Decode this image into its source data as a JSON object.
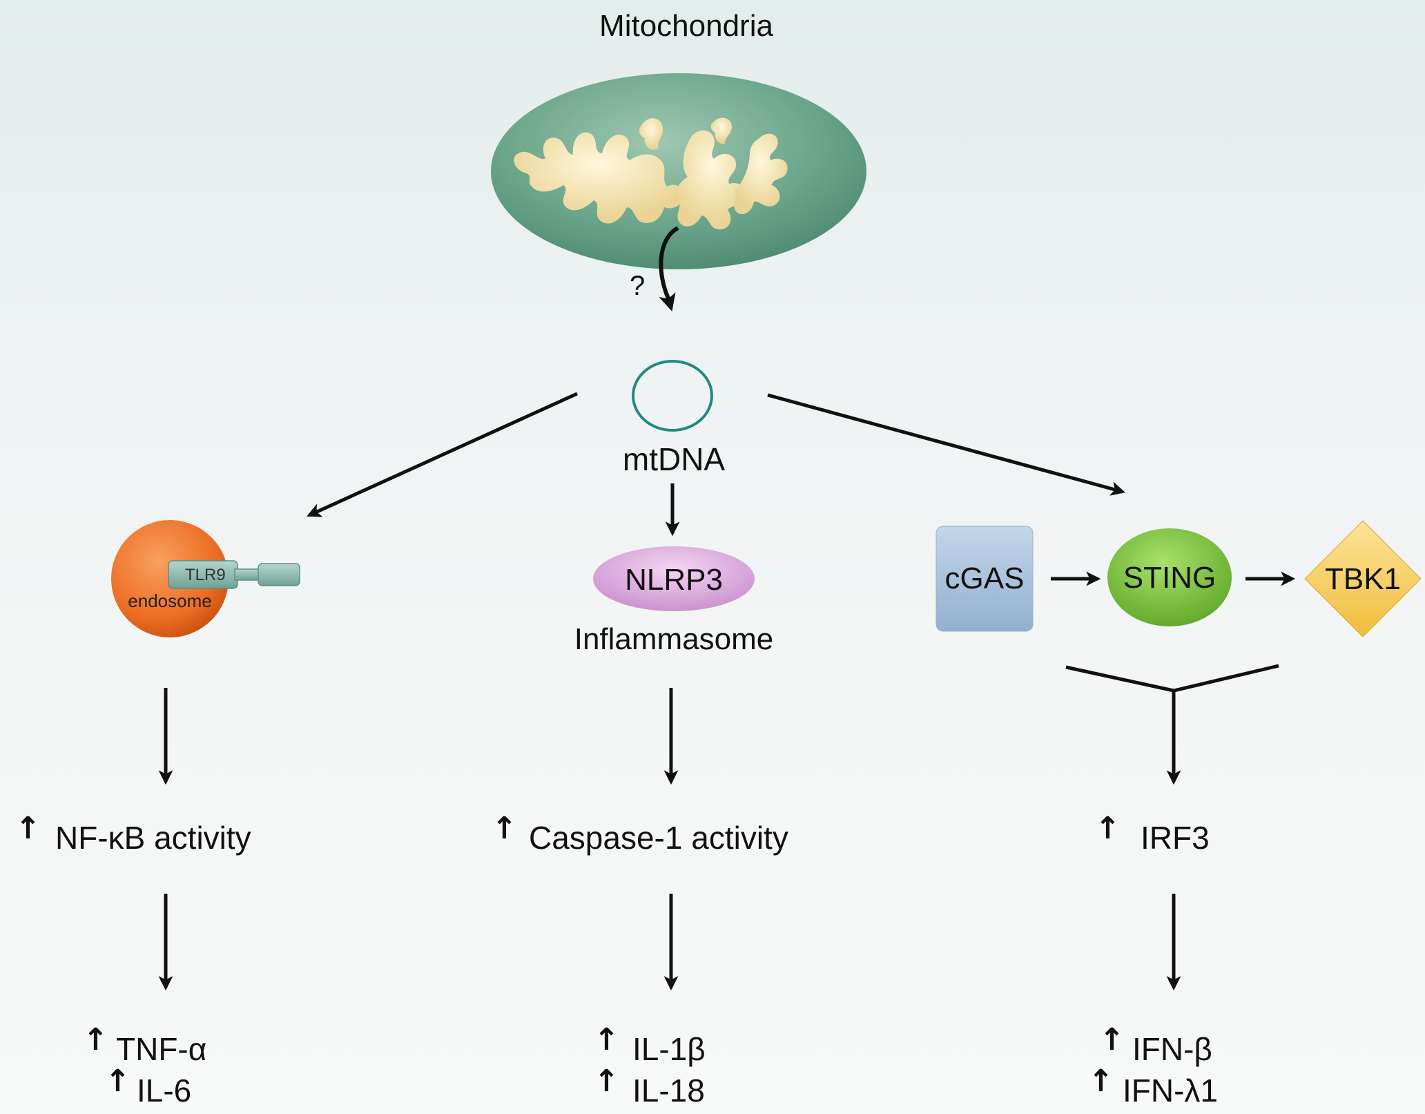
{
  "labels": {
    "mitochondria": "Mitochondria",
    "question": "?",
    "mtdna": "mtDNA",
    "tlr9": "TLR9",
    "endosome": "endosome",
    "nlrp3": "NLRP3",
    "inflammasome": "Inflammasome",
    "cgas": "cGAS",
    "sting": "STING",
    "tbk1": "TBK1"
  },
  "up_arrow": "↑",
  "outputs": {
    "nfkb": "NF-κB activity",
    "caspase": "Caspase-1 activity",
    "irf3": "IRF3",
    "tnf": "TNF-α",
    "il6": "IL-6",
    "il1b": "IL-1β",
    "il18": "IL-18",
    "ifnb": "IFN-β",
    "ifnl1": "IFN-λ1"
  },
  "colors": {
    "mito_outer": "#5e9a80",
    "mito_inner": "#ecd9a0",
    "endosome": "#ec6e24",
    "tlr9": "#8ab9b0",
    "nlrp3": "#d9a2d9",
    "cgas": "#aac2dc",
    "sting": "#7ec43c",
    "tbk1": "#f7cf58",
    "mtdna_ring": "#1f8c7e"
  }
}
